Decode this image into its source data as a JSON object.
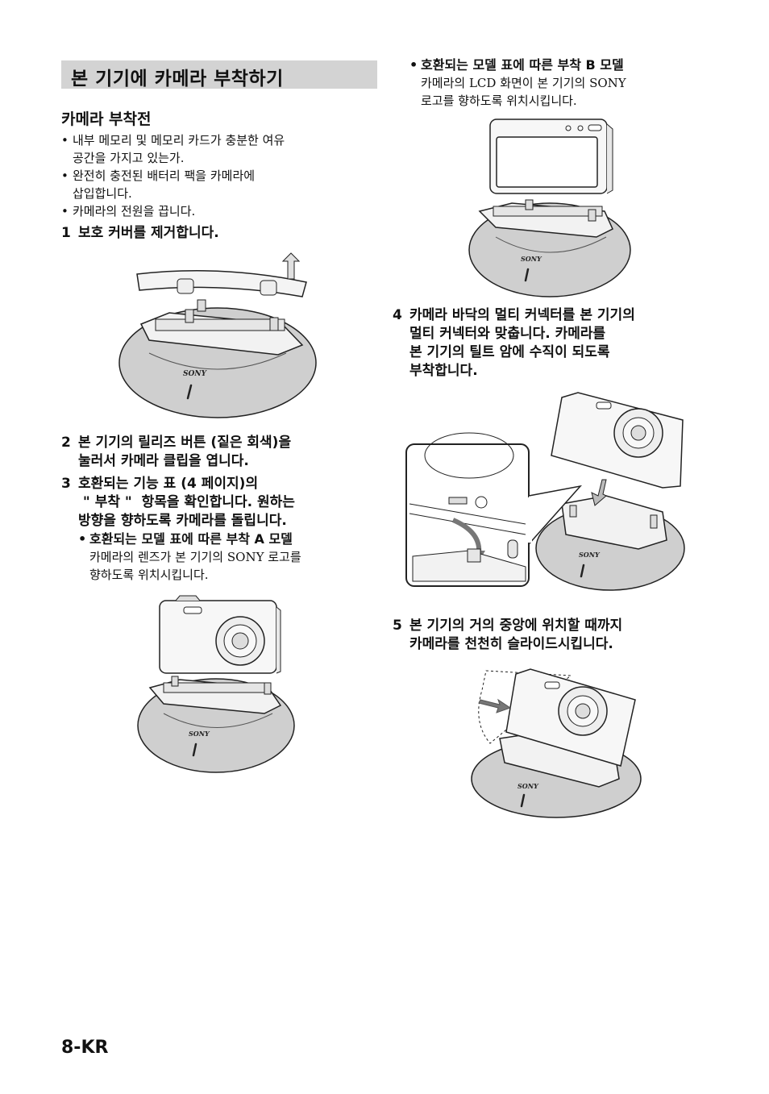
{
  "title": "본 기기에 카메라 부착하기",
  "section_heading": "카메라 부착전",
  "prep_bullets": [
    [
      "내부 메모리 및 메모리 카드가 충분한 여유",
      "공간을 가지고 있는가."
    ],
    [
      "완전히 충전된 배터리 팩을 카메라에",
      "삽입합니다."
    ],
    [
      "카메라의 전원을 끕니다."
    ]
  ],
  "steps": {
    "s1": {
      "num": "1",
      "text": "보호 커버를 제거합니다."
    },
    "s2": {
      "num": "2",
      "lines": [
        "본 기기의 릴리즈 버튼 (짙은 회색)을",
        "눌러서 카메라 클립을 엽니다."
      ]
    },
    "s3": {
      "num": "3",
      "lines": [
        "호환되는 기능 표 (4 페이지)의",
        " \" 부착 \"  항목을 확인합니다. 원하는",
        "방향을 향하도록 카메라를 돌립니다."
      ],
      "a_heading": "호환되는 모델 표에 따른 부착 A 모델",
      "a_lines": [
        "카메라의 렌즈가 본 기기의 SONY 로고를",
        "향하도록 위치시킵니다."
      ],
      "b_heading": "호환되는 모델 표에 따른 부착 B 모델",
      "b_lines": [
        "카메라의 LCD 화면이 본 기기의 SONY",
        "로고를 향하도록 위치시킵니다."
      ]
    },
    "s4": {
      "num": "4",
      "lines": [
        "카메라 바닥의 멀티 커넥터를 본 기기의",
        "멀티 커넥터와 맞춥니다. 카메라를",
        "본 기기의 틸트 암에 수직이 되도록",
        "부착합니다."
      ]
    },
    "s5": {
      "num": "5",
      "lines": [
        "본 기기의 거의 중앙에 위치할 때까지",
        "카메라를 천천히 슬라이드시킵니다."
      ]
    }
  },
  "figure_logo": "SONY",
  "page_number": "8-KR"
}
